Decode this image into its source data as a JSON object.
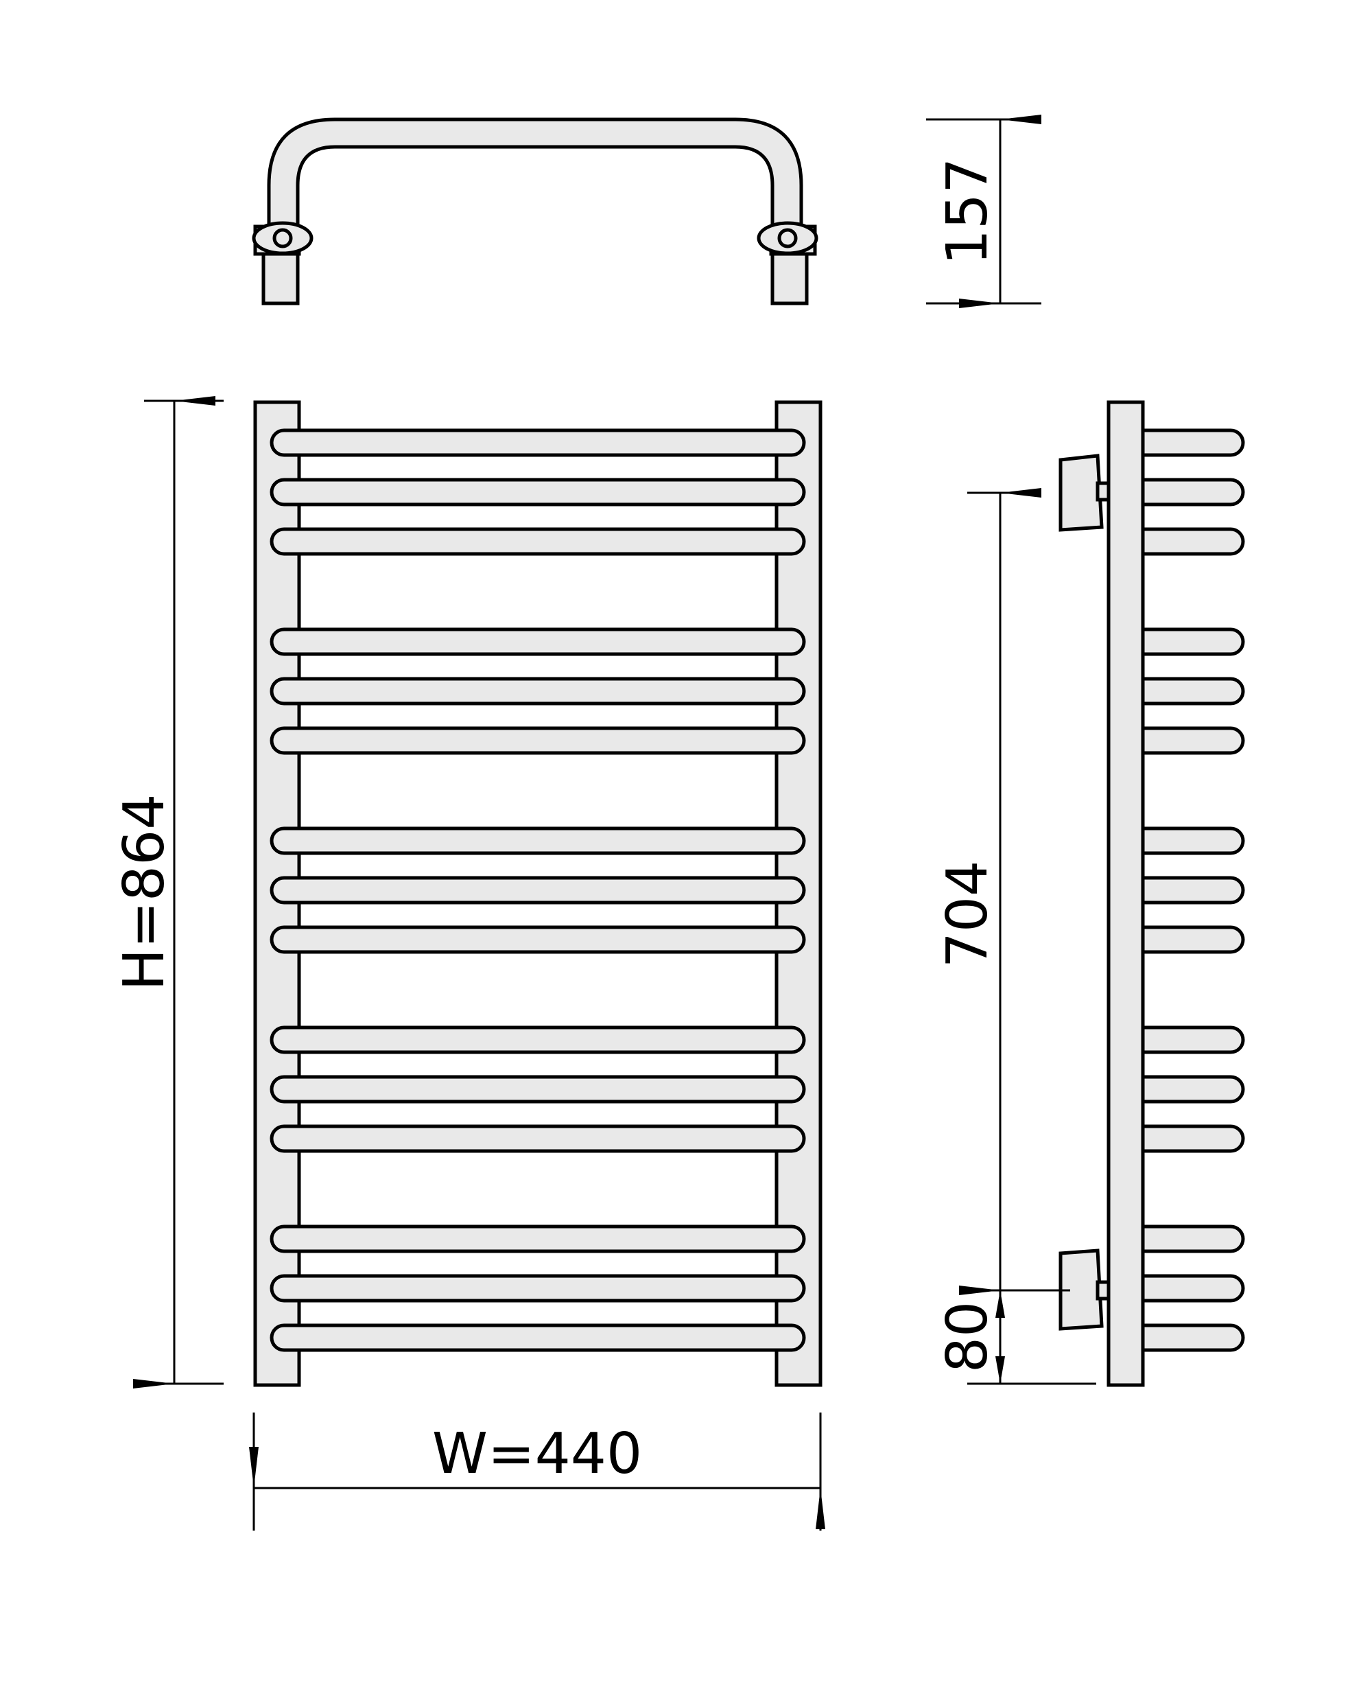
{
  "dimensions": {
    "depth": "157",
    "height": "H=864",
    "width": "W=440",
    "connection_spacing": "704",
    "bottom_offset": "80"
  },
  "bar_groups": 5,
  "bars_per_group": 3,
  "colors": {
    "line": "#000000",
    "fill": "#e9e9e9",
    "background": "#ffffff"
  }
}
